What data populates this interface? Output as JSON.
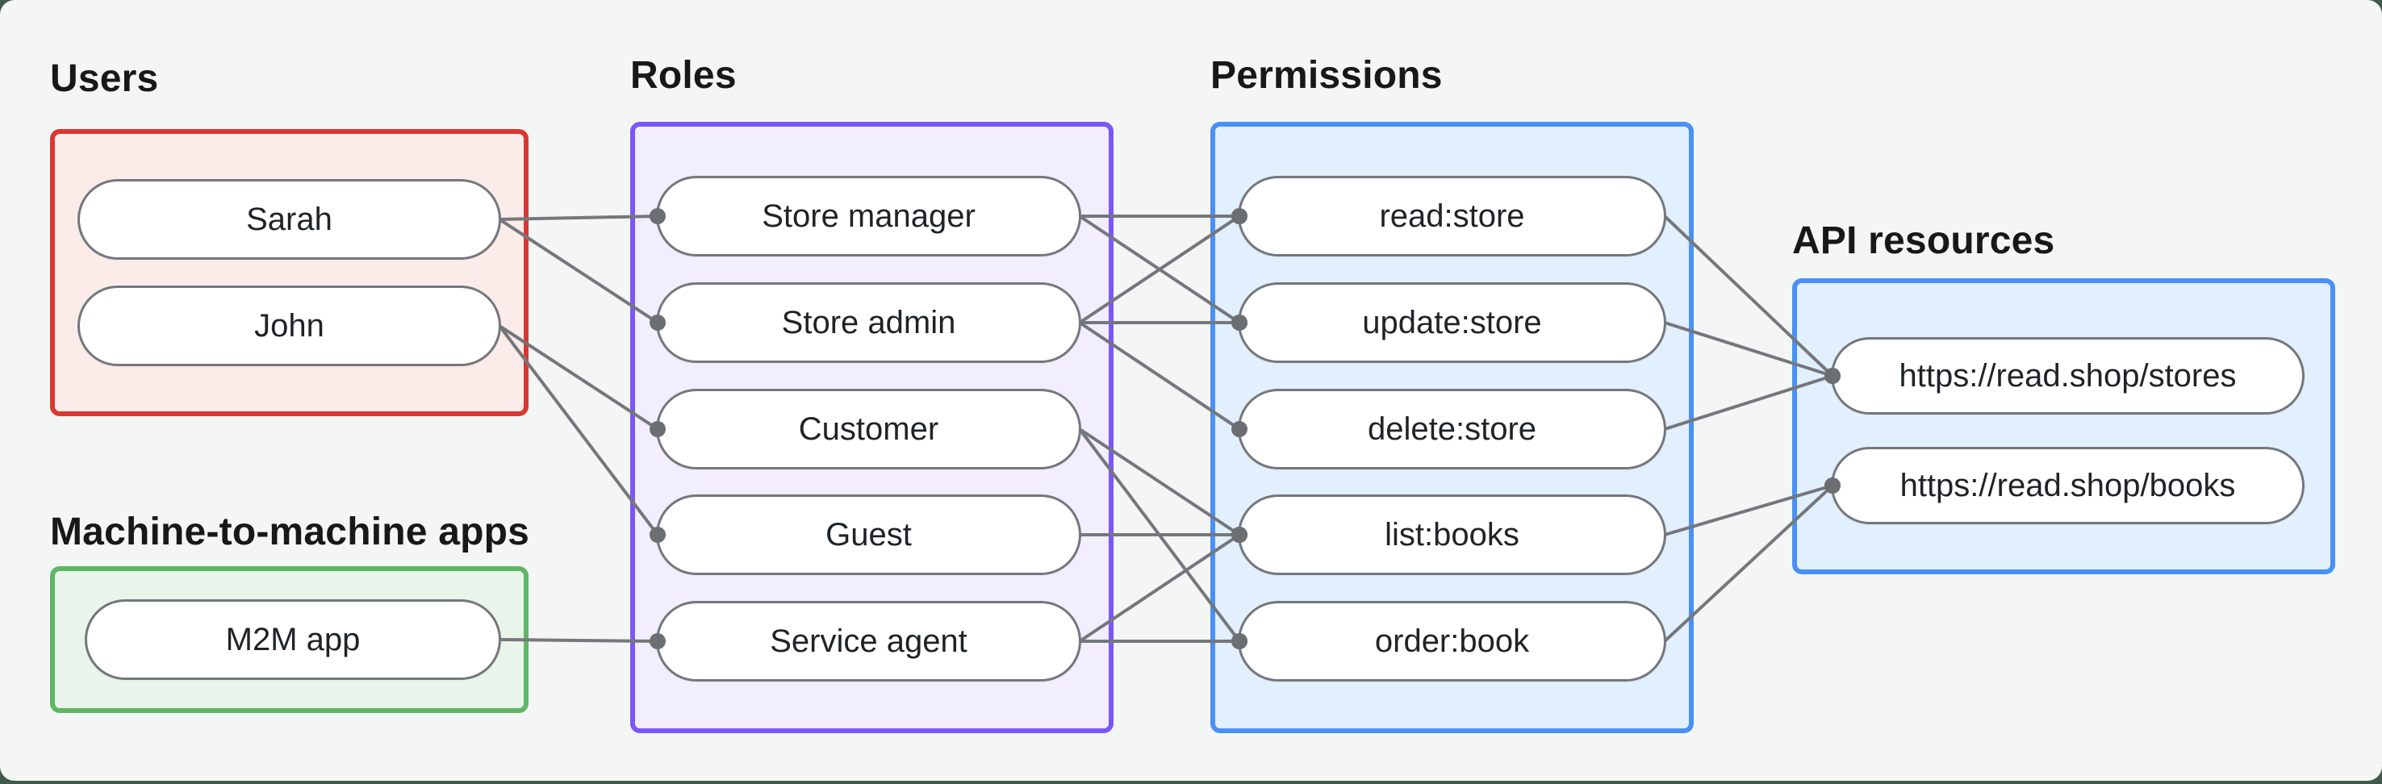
{
  "canvas": {
    "background_outer": "#3F5A4A",
    "background_card": "#F4F6F5"
  },
  "edge_style": {
    "line_color": "#74777B",
    "dot_color": "#6B6F72"
  },
  "groups": [
    {
      "id": "users",
      "label": "Users",
      "border_color": "#D93831",
      "fill_color": "#FBECEA",
      "items": [
        {
          "id": "sarah",
          "label": "Sarah"
        },
        {
          "id": "john",
          "label": "John"
        }
      ]
    },
    {
      "id": "m2m",
      "label": "Machine-to-machine apps",
      "border_color": "#5EB763",
      "fill_color": "#E9F5EA",
      "items": [
        {
          "id": "m2m-app",
          "label": "M2M app"
        }
      ]
    },
    {
      "id": "roles",
      "label": "Roles",
      "border_color": "#7B57F8",
      "fill_color": "#F2EEFD",
      "items": [
        {
          "id": "store-manager",
          "label": "Store manager"
        },
        {
          "id": "store-admin",
          "label": "Store admin"
        },
        {
          "id": "customer",
          "label": "Customer"
        },
        {
          "id": "guest",
          "label": "Guest"
        },
        {
          "id": "service-agent",
          "label": "Service agent"
        }
      ]
    },
    {
      "id": "permissions",
      "label": "Permissions",
      "border_color": "#4A90F6",
      "fill_color": "#E2EFFD",
      "items": [
        {
          "id": "read-store",
          "label": "read:store"
        },
        {
          "id": "update-store",
          "label": "update:store"
        },
        {
          "id": "delete-store",
          "label": "delete:store"
        },
        {
          "id": "list-books",
          "label": "list:books"
        },
        {
          "id": "order-book",
          "label": "order:book"
        }
      ]
    },
    {
      "id": "api-resources",
      "label": "API resources",
      "border_color": "#4A90F6",
      "fill_color": "#E2EFFD",
      "items": [
        {
          "id": "res-stores",
          "label": "https://read.shop/stores"
        },
        {
          "id": "res-books",
          "label": "https://read.shop/books"
        }
      ]
    }
  ],
  "edges": [
    [
      "sarah",
      "store-manager"
    ],
    [
      "sarah",
      "store-admin"
    ],
    [
      "john",
      "customer"
    ],
    [
      "john",
      "guest"
    ],
    [
      "m2m-app",
      "service-agent"
    ],
    [
      "store-manager",
      "read-store"
    ],
    [
      "store-manager",
      "update-store"
    ],
    [
      "store-admin",
      "read-store"
    ],
    [
      "store-admin",
      "update-store"
    ],
    [
      "store-admin",
      "delete-store"
    ],
    [
      "customer",
      "list-books"
    ],
    [
      "customer",
      "order-book"
    ],
    [
      "guest",
      "list-books"
    ],
    [
      "service-agent",
      "list-books"
    ],
    [
      "service-agent",
      "order-book"
    ],
    [
      "read-store",
      "res-stores"
    ],
    [
      "update-store",
      "res-stores"
    ],
    [
      "delete-store",
      "res-stores"
    ],
    [
      "list-books",
      "res-books"
    ],
    [
      "order-book",
      "res-books"
    ]
  ]
}
